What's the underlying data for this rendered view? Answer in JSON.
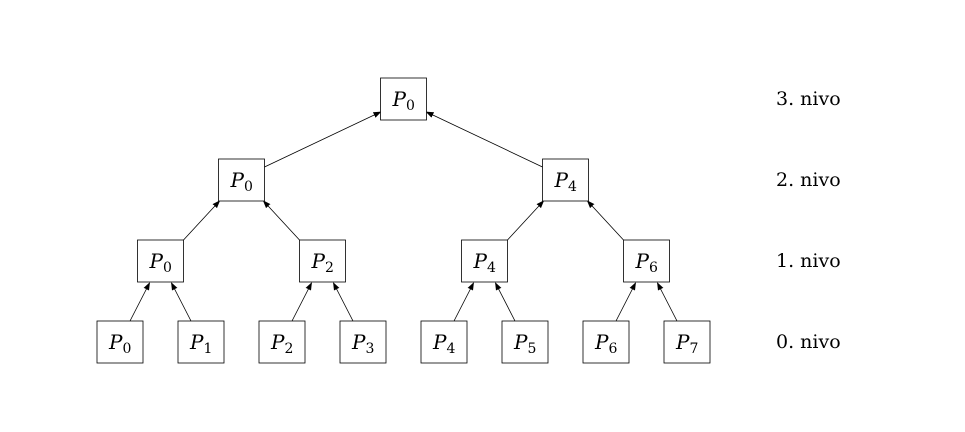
{
  "diagram": {
    "levels": [
      {
        "label": "0. nivo",
        "nodes": [
          {
            "name": "P",
            "sub": "0"
          },
          {
            "name": "P",
            "sub": "1"
          },
          {
            "name": "P",
            "sub": "2"
          },
          {
            "name": "P",
            "sub": "3"
          },
          {
            "name": "P",
            "sub": "4"
          },
          {
            "name": "P",
            "sub": "5"
          },
          {
            "name": "P",
            "sub": "6"
          },
          {
            "name": "P",
            "sub": "7"
          }
        ]
      },
      {
        "label": "1. nivo",
        "nodes": [
          {
            "name": "P",
            "sub": "0"
          },
          {
            "name": "P",
            "sub": "2"
          },
          {
            "name": "P",
            "sub": "4"
          },
          {
            "name": "P",
            "sub": "6"
          }
        ]
      },
      {
        "label": "2. nivo",
        "nodes": [
          {
            "name": "P",
            "sub": "0"
          },
          {
            "name": "P",
            "sub": "4"
          }
        ]
      },
      {
        "label": "3. nivo",
        "nodes": [
          {
            "name": "P",
            "sub": "0"
          }
        ]
      }
    ],
    "edge_direction": "child-to-parent"
  }
}
